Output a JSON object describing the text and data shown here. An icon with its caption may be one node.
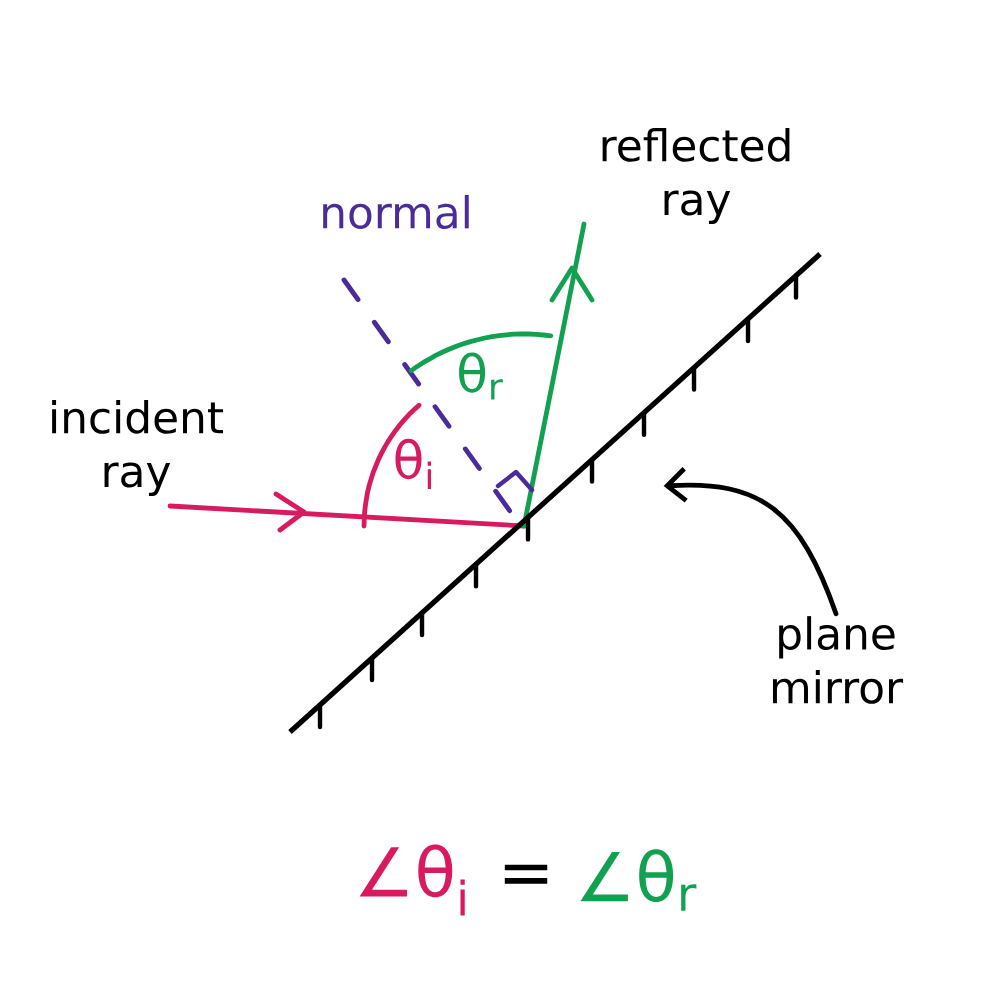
{
  "diagram": {
    "nodes": [
      {
        "text": [
          "plane mirror"
        ]
      },
      {
        "text": [],
        "shape": "line"
      }
    ],
    "edges": [
      {
        "from": 0,
        "to": 1,
        "arrow": "to"
      }
    ],
    "labels": [
      "incident ray",
      "normal",
      "reflected ray",
      "θ$_{r}$",
      "θ$_{i}$",
      "∠θ$_{i}$",
      "=",
      "∠θ$_{r}$"
    ]
  }
}
